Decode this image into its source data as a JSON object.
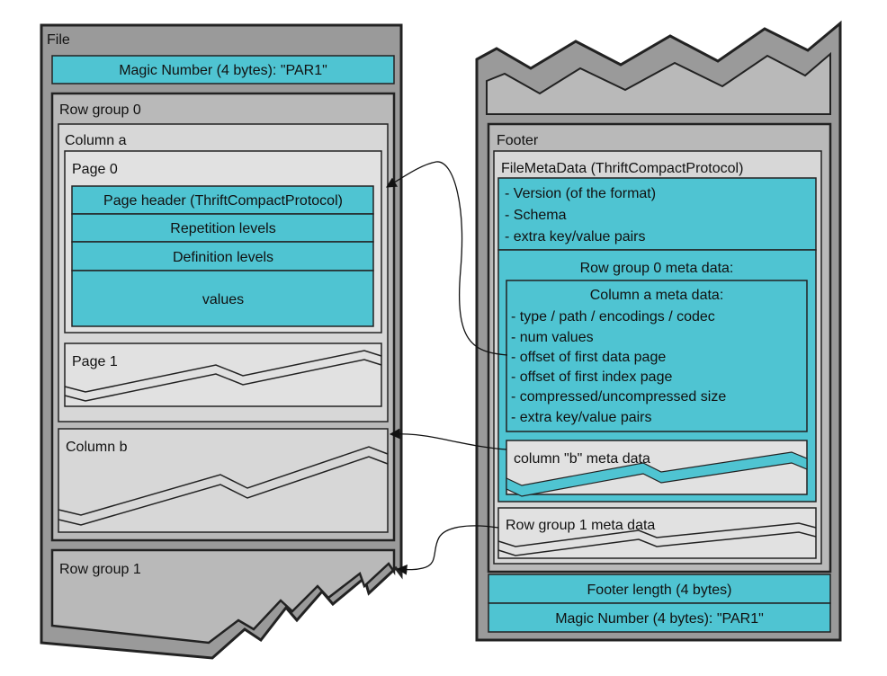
{
  "colors": {
    "outer_gray": "#9a9a9a",
    "mid_gray": "#b9b9b9",
    "light_gray": "#d7d7d7",
    "lighter_gray": "#e1e1e1",
    "teal": "#4fc4d2",
    "stroke": "#222222"
  },
  "file": {
    "label": "File",
    "magic_top": "Magic Number (4 bytes): \"PAR1\"",
    "row_group_0": {
      "label": "Row group 0",
      "column_a": {
        "label": "Column a",
        "page_0": {
          "label": "Page 0",
          "rows": [
            "Page header (ThriftCompactProtocol)",
            "Repetition levels",
            "Definition levels",
            "values"
          ]
        },
        "page_1": {
          "label": "Page 1"
        }
      },
      "column_b": {
        "label": "Column b"
      }
    },
    "row_group_1": {
      "label": "Row group 1"
    }
  },
  "footer": {
    "label": "Footer",
    "file_meta_data": {
      "label": "FileMetaData (ThriftCompactProtocol)",
      "items": [
        "- Version (of the format)",
        "- Schema",
        "- extra key/value pairs"
      ],
      "row_group_0_meta": {
        "label": "Row group 0 meta data:",
        "column_a_meta": {
          "label": "Column a meta data:",
          "items": [
            "- type / path / encodings / codec",
            "- num values",
            "- offset of first data page",
            "- offset of first index page",
            "- compressed/uncompressed size",
            "- extra key/value pairs"
          ]
        },
        "column_b_meta": {
          "label": "column \"b\" meta data"
        }
      },
      "row_group_1_meta": {
        "label": "Row group 1 meta data"
      }
    },
    "footer_length": "Footer length (4 bytes)",
    "magic_bottom": "Magic Number (4 bytes): \"PAR1\""
  }
}
